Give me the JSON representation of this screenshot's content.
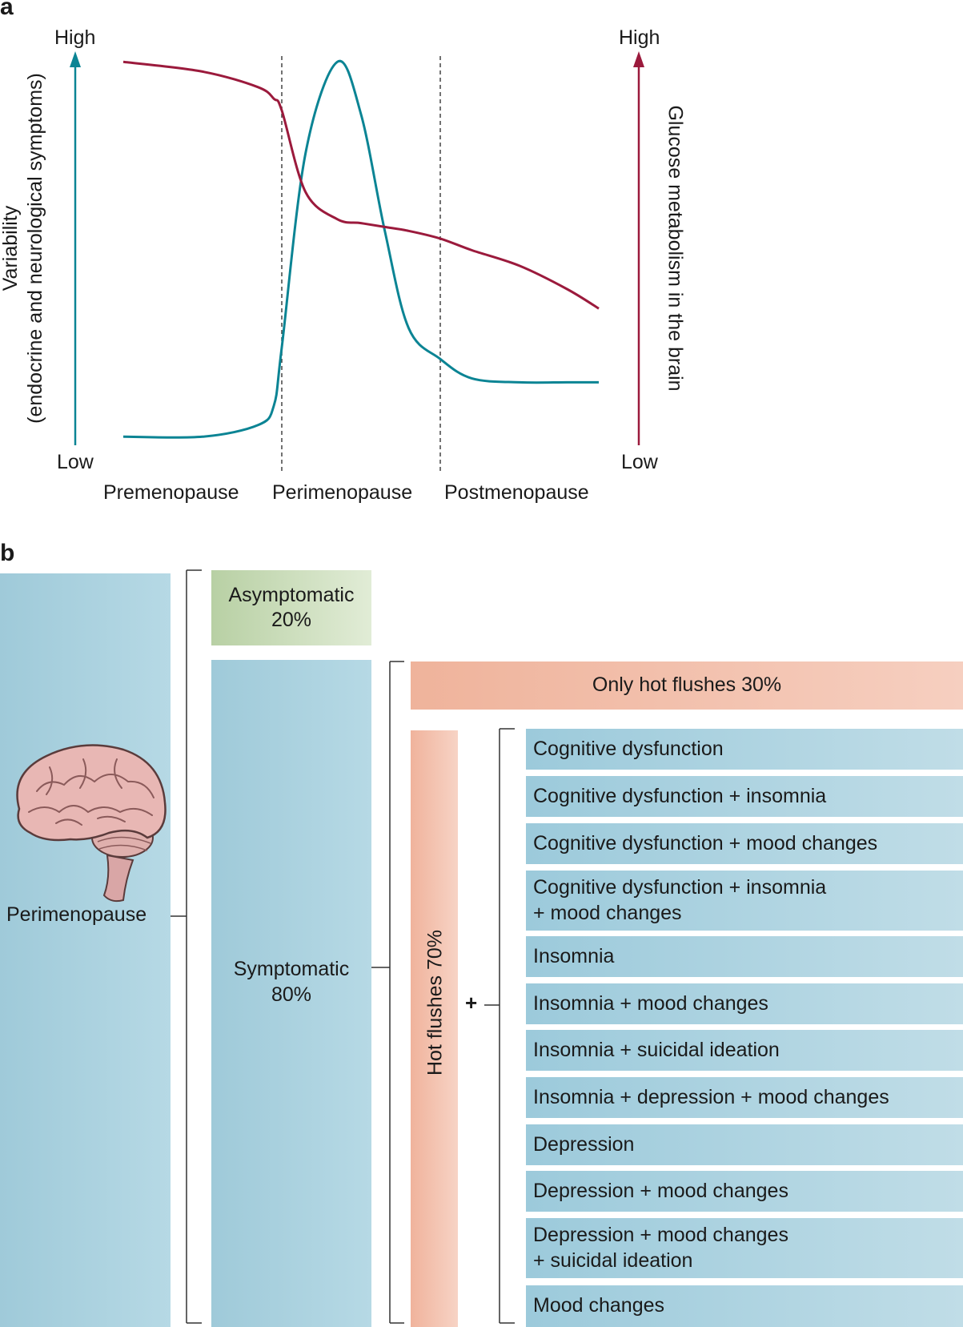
{
  "panel_a": {
    "letter": "a",
    "left_axis": {
      "high": "High",
      "low": "Low",
      "title": "Variability\n(endocrine and neurological symptoms)",
      "color": "#0b8494"
    },
    "right_axis": {
      "high": "High",
      "low": "Low",
      "title": "Glucose metabolism in the brain",
      "color": "#9b1a3c"
    },
    "phases": [
      "Premenopause",
      "Perimenopause",
      "Postmenopause"
    ]
  },
  "chart_data": {
    "type": "line",
    "x": [
      0,
      0.5,
      0.85,
      0.95,
      1.0,
      1.15,
      1.35,
      1.5,
      1.65,
      1.8,
      2.0,
      2.2,
      2.5,
      2.8,
      3.0
    ],
    "series": [
      {
        "values": [
          0.02,
          0.02,
          0.05,
          0.1,
          0.25,
          0.75,
          0.985,
          0.85,
          0.55,
          0.3,
          0.22,
          0.17,
          0.16,
          0.16,
          0.16
        ]
      },
      {
        "values": [
          0.985,
          0.96,
          0.92,
          0.89,
          0.86,
          0.65,
          0.58,
          0.57,
          0.56,
          0.55,
          0.53,
          0.5,
          0.46,
          0.4,
          0.35
        ]
      }
    ],
    "phases": [
      "Premenopause",
      "Perimenopause",
      "Postmenopause"
    ],
    "phase_boundaries": [
      1.0,
      2.0
    ],
    "ylim": [
      0,
      1
    ],
    "grid": false
  },
  "panel_b": {
    "letter": "b",
    "root": {
      "label": "Perimenopause"
    },
    "asymptomatic": {
      "label": "Asymptomatic\n20%"
    },
    "symptomatic": {
      "label": "Symptomatic\n80%"
    },
    "only_hot_flushes": {
      "label": "Only hot flushes 30%"
    },
    "hot_flushes": {
      "label": "Hot flushes 70%"
    },
    "plus": "+",
    "symptoms": [
      "Cognitive dysfunction",
      "Cognitive dysfunction + insomnia",
      "Cognitive dysfunction + mood changes",
      "Cognitive dysfunction + insomnia\n+ mood changes",
      "Insomnia",
      "Insomnia + mood changes",
      "Insomnia + suicidal ideation",
      "Insomnia + depression + mood changes",
      "Depression",
      "Depression + mood changes",
      "Depression + mood changes\n+ suicidal ideation",
      "Mood changes"
    ],
    "colors": {
      "blue": "#a6cfdd",
      "green": "#c8dbb8",
      "salmon": "#f2bca8",
      "line": "#333333"
    }
  }
}
